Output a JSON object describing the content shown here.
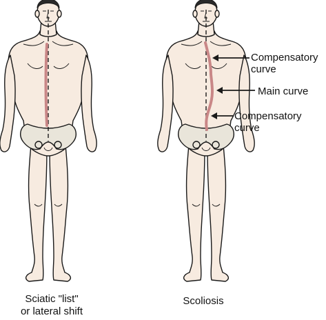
{
  "figures": [
    {
      "caption_lines": [
        "Sciatic \"list\"",
        "or lateral shift"
      ]
    },
    {
      "caption_lines": [
        "Scoliosis"
      ]
    }
  ],
  "annotations": {
    "upper": [
      "Compensatory",
      "curve"
    ],
    "main": [
      "Main curve"
    ],
    "lower": [
      "Compensatory",
      "curve"
    ]
  },
  "colors": {
    "skin": "#f7ebe0",
    "outline": "#1a1a1a",
    "spine": "#c98787",
    "pelvis": "#e9e5da"
  }
}
